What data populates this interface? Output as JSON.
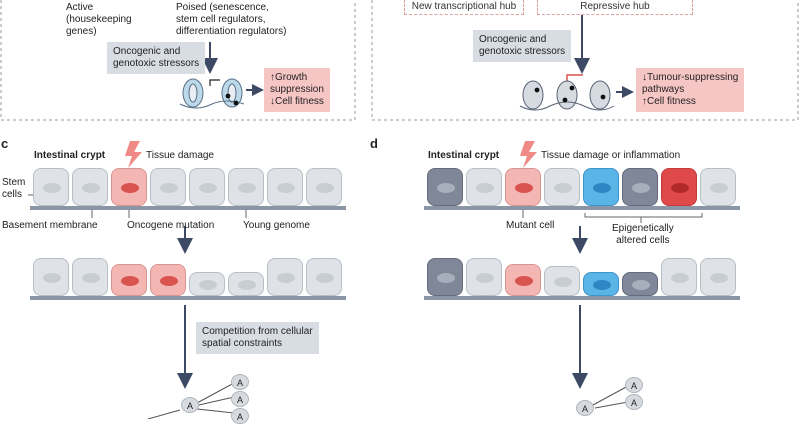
{
  "panel_a": {
    "active_label": "Active\n(housekeeping\ngenes)",
    "poised_label": "Poised (senescence,\nstem cell regulators,\ndifferentiation regulators)",
    "stressors_box": "Oncogenic and\ngenotoxic stressors",
    "outcome_box": "↑Growth\n  suppression\n↓Cell fitness"
  },
  "panel_b": {
    "hub_new": "New transcriptional hub",
    "hub_repressive": "Repressive hub",
    "stressors_box": "Oncogenic and\ngenotoxic stressors",
    "outcome_box": "↓Tumour-suppressing\n  pathways\n↑Cell fitness"
  },
  "panel_c": {
    "letter": "c",
    "title": "Intestinal crypt",
    "damage_label": "Tissue damage",
    "stem_cells_label": "Stem\ncells",
    "basement_label": "Basement membrane",
    "mutation_label": "Oncogene mutation",
    "young_label": "Young genome",
    "competition_box": "Competition from cellular\nspatial constraints",
    "node_label": "A"
  },
  "panel_d": {
    "letter": "d",
    "title": "Intestinal crypt",
    "damage_label": "Tissue damage or inflammation",
    "mutant_label": "Mutant cell",
    "epigenetic_label": "Epigenetically\naltered cells",
    "node_label": "A"
  },
  "colors": {
    "cell_gray": "#dfe3e8",
    "mutant_red": "#d9534f",
    "epigenetic_blue": "#5bb4e6",
    "dark_cell": "#7f8799",
    "arrow": "#3d4a66"
  }
}
